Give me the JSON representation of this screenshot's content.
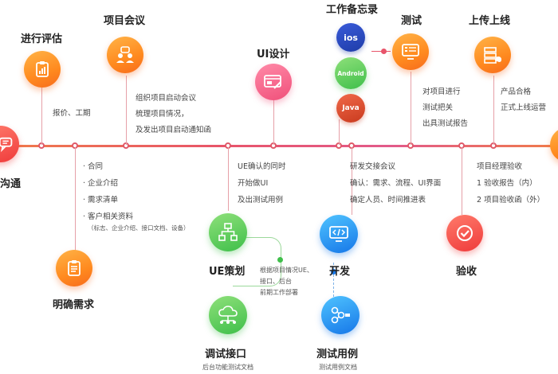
{
  "nodes": {
    "communicate": {
      "title": "沟通"
    },
    "evaluate": {
      "title": "进行评估",
      "desc": [
        "报价、工期"
      ]
    },
    "clear_req": {
      "title": "明确需求",
      "desc": [
        "· 合同",
        "· 企业介绍",
        "· 需求清单",
        "· 客户相关资料"
      ],
      "note": "（标志、企业介绍、接口文档、设备）"
    },
    "meeting": {
      "title": "项目会议",
      "desc": [
        "组织项目启动会议",
        "梳理项目情况，",
        "及发出项目启动通知函"
      ]
    },
    "ue_plan": {
      "title": "UE策划",
      "desc": [
        "UE确认的同时",
        "开始做UI",
        "及出测试用例"
      ]
    },
    "ui_design": {
      "title": "UI设计"
    },
    "debug_api": {
      "title": "调试接口",
      "desc": [
        "根据项目情况UE、",
        "接口、后台",
        "前期工作部署"
      ],
      "note": "后台功能测试文档"
    },
    "memo": {
      "title": "工作备忘录",
      "platforms": [
        "ios",
        "Android",
        "Java"
      ]
    },
    "develop": {
      "title": "开发",
      "desc": [
        "研发交接会议",
        "确认：需求、流程、UI界面",
        "确定人员、时间推进表"
      ]
    },
    "test_cases": {
      "title": "测试用例",
      "note": "测试用例文档"
    },
    "test": {
      "title": "测试",
      "desc": [
        "对项目进行",
        "测试把关",
        "出具测试报告"
      ]
    },
    "accept": {
      "title": "验收",
      "desc": [
        "项目经理验收",
        "1 验收报告（内）",
        "2 项目验收函（外）"
      ]
    },
    "launch": {
      "title": "上传上线",
      "desc": [
        "产品合格",
        "正式上线运营"
      ]
    }
  },
  "colors": {
    "timeline": "#e8546a",
    "orange": "#ff8a1f",
    "red": "#ef3b3b",
    "green": "#3fbf4a",
    "blue": "#1677e8"
  }
}
